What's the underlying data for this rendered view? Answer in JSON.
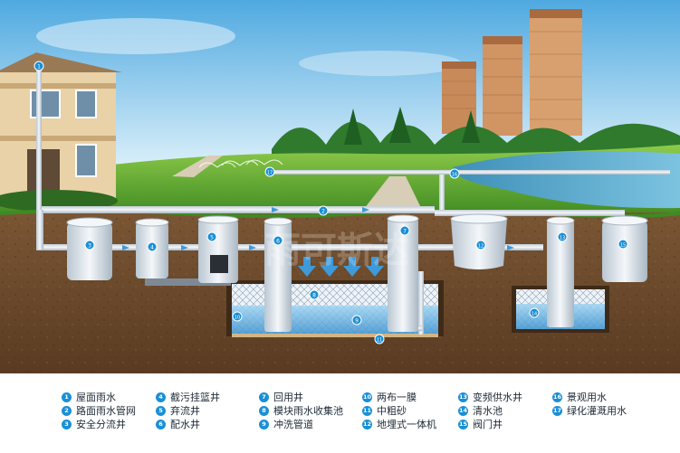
{
  "watermark": "雨可斯达",
  "components": [
    {
      "num": "1",
      "label": "屋面雨水"
    },
    {
      "num": "2",
      "label": "路面雨水管网"
    },
    {
      "num": "3",
      "label": "安全分流井"
    },
    {
      "num": "4",
      "label": "截污挂篮井"
    },
    {
      "num": "5",
      "label": "弃流井"
    },
    {
      "num": "6",
      "label": "配水井"
    },
    {
      "num": "7",
      "label": "回用井"
    },
    {
      "num": "8",
      "label": "模块雨水收集池"
    },
    {
      "num": "9",
      "label": "冲洗管道"
    },
    {
      "num": "10",
      "label": "两布一膜"
    },
    {
      "num": "11",
      "label": "中粗砂"
    },
    {
      "num": "12",
      "label": "地埋式一体机"
    },
    {
      "num": "13",
      "label": "变频供水井"
    },
    {
      "num": "14",
      "label": "清水池"
    },
    {
      "num": "15",
      "label": "阀门井"
    },
    {
      "num": "16",
      "label": "景观用水"
    },
    {
      "num": "17",
      "label": "绿化灌溉用水"
    }
  ],
  "colors": {
    "sky_top": "#5fb4e6",
    "sky_bottom": "#dff1fb",
    "grass": "#4e9a2a",
    "soil": "#6b4a2c",
    "pipe": "#dfe7ee",
    "water": "#6fb8e6",
    "marker": "#1a8fd6"
  }
}
